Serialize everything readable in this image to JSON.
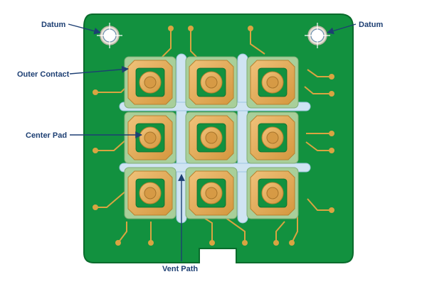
{
  "callouts": {
    "datum_left": "Datum",
    "datum_right": "Datum",
    "outer_contact": "Outer Contact",
    "center_pad": "Center Pad",
    "vent_path": "Vent Path"
  },
  "grid": {
    "rows": 3,
    "cols": 3
  },
  "colors": {
    "board": "#12913f",
    "board_edge": "#0a6b2c",
    "trace": "#d9a441",
    "pad_gold": "#e3ad57",
    "pad_frame": "#a8cf9a",
    "vent_channel": "#cfe4f2",
    "callout_text": "#1d3f73",
    "arrow": "#1d3f73",
    "datum_ring": "#e6e2d6"
  },
  "icons": {
    "datum": "crosshair-hole-icon"
  }
}
